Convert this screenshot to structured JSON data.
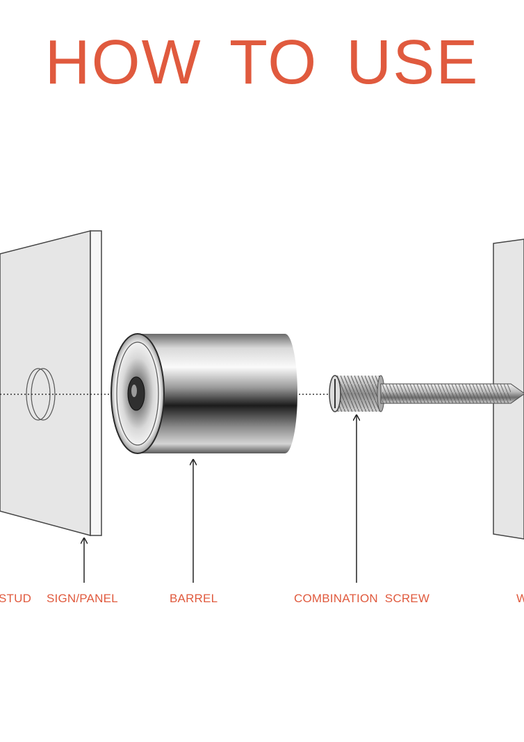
{
  "title": "HOW TO USE",
  "labels": {
    "stud": "STUD",
    "sign_panel": "SIGN/PANEL",
    "barrel": "BARREL",
    "combination_screw": "COMBINATION SCREW",
    "wall": "W"
  },
  "colors": {
    "accent": "#e05a3e",
    "panel": "#e6e6e6",
    "line": "#333333"
  }
}
